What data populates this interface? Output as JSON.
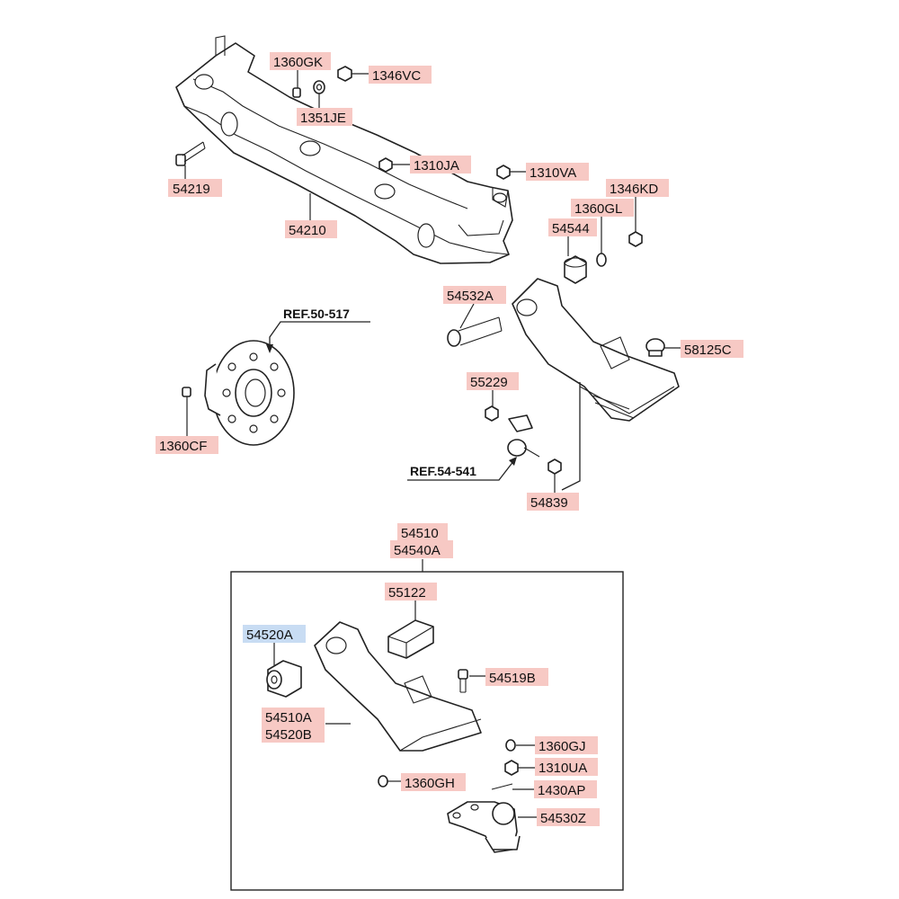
{
  "labels": {
    "l1360GK": "1360GK",
    "l1346VC": "1346VC",
    "l1351JE": "1351JE",
    "l1310JA": "1310JA",
    "l1310VA": "1310VA",
    "l1346KD": "1346KD",
    "l1360GL": "1360GL",
    "l54544": "54544",
    "l54219": "54219",
    "l54210": "54210",
    "l54532A": "54532A",
    "l58125C": "58125C",
    "l55229": "55229",
    "l54839": "54839",
    "l1360CF": "1360CF",
    "l54510": "54510",
    "l54540A": "54540A",
    "l55122": "55122",
    "l54520A": "54520A",
    "l54519B": "54519B",
    "l54510A": "54510A",
    "l54520B": "54520B",
    "l1360GJ": "1360GJ",
    "l1310UA": "1310UA",
    "l1360GH": "1360GH",
    "l1430AP": "1430AP",
    "l54530Z": "54530Z"
  },
  "refs": {
    "r50517": "REF.50-517",
    "r54541": "REF.54-541"
  },
  "colors": {
    "label_bg": "#f7c9c4",
    "label_bg_highlight": "#c8dcf3",
    "line": "#222222"
  }
}
